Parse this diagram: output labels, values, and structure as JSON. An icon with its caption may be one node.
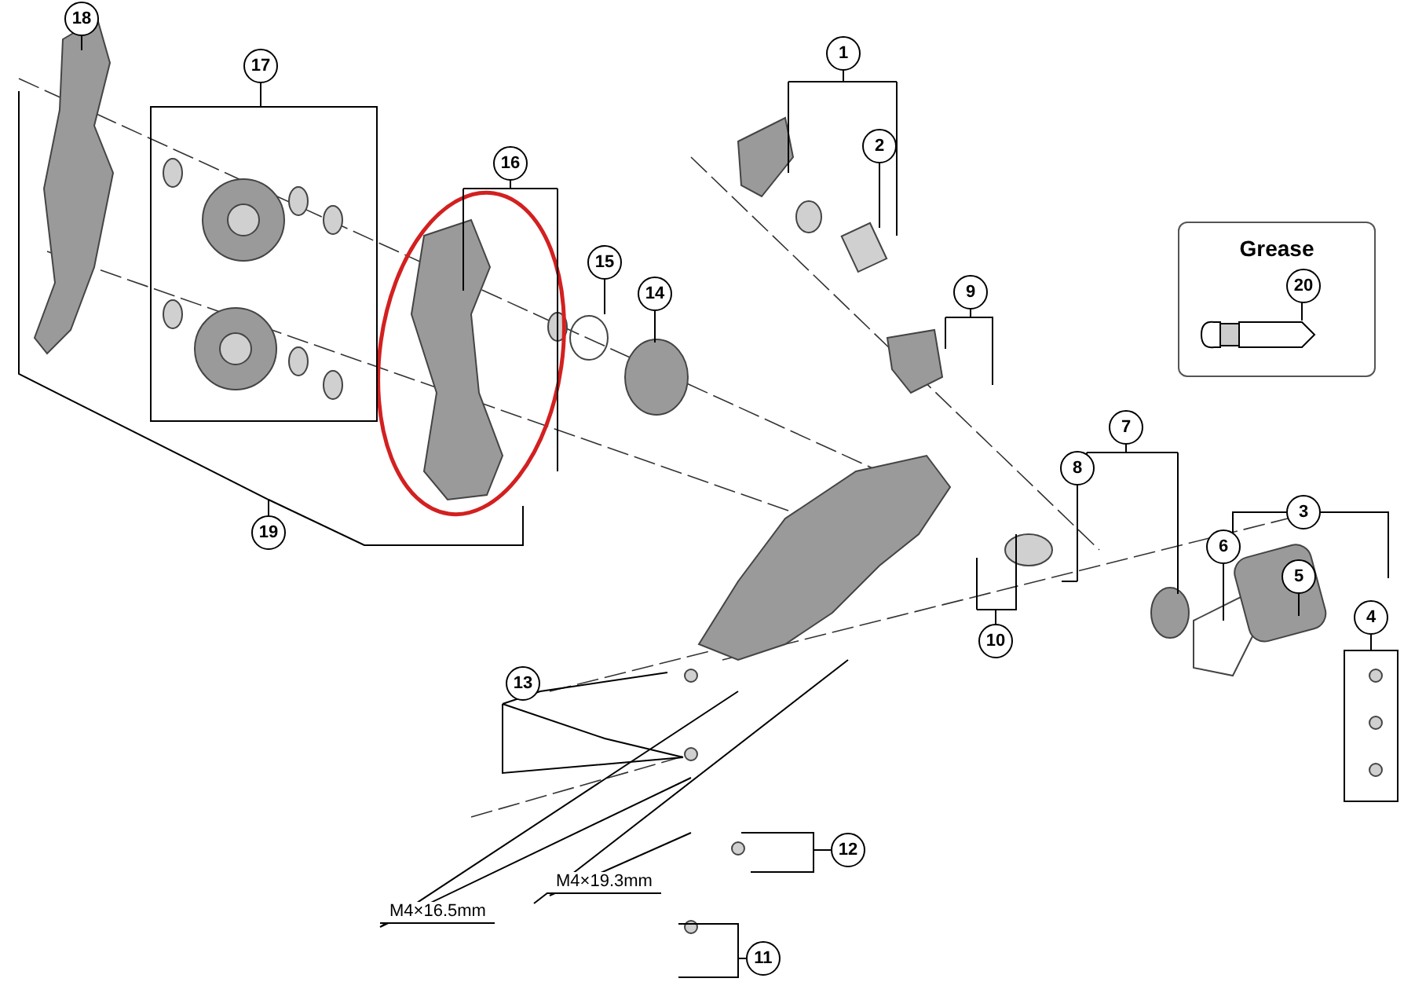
{
  "diagram": {
    "nodes": [
      {
        "text": [
          "1"
        ]
      },
      {
        "text": [
          "2"
        ]
      },
      {
        "text": [
          "3"
        ]
      },
      {
        "text": [
          "4"
        ]
      },
      {
        "text": [
          "5"
        ]
      },
      {
        "text": [
          "6"
        ]
      },
      {
        "text": [
          "7"
        ]
      },
      {
        "text": [
          "8"
        ]
      },
      {
        "text": [
          "9"
        ]
      },
      {
        "text": [
          "10"
        ]
      },
      {
        "text": [
          "11"
        ]
      },
      {
        "text": [
          "12"
        ]
      },
      {
        "text": [
          "13"
        ]
      },
      {
        "text": [
          "14"
        ]
      },
      {
        "text": [
          "15"
        ]
      },
      {
        "text": [
          "16"
        ]
      },
      {
        "text": [
          "17"
        ]
      },
      {
        "text": [
          "18"
        ]
      },
      {
        "text": [
          "19"
        ]
      },
      {
        "text": [
          "Grease"
        ]
      },
      {
        "text": [
          "20"
        ],
        "in": 19
      },
      {
        "text": [
          "M4×16.5mm"
        ]
      },
      {
        "text": [
          "M4×19.3mm"
        ]
      }
    ],
    "edges": [
      {
        "from": 0,
        "to": null,
        "arrow": "none"
      },
      {
        "from": 1,
        "to": null,
        "arrow": "none"
      },
      {
        "from": 2,
        "to": null,
        "arrow": "none"
      },
      {
        "from": 3,
        "to": null,
        "arrow": "none"
      },
      {
        "from": 4,
        "to": null,
        "arrow": "none"
      },
      {
        "from": 5,
        "to": null,
        "arrow": "none"
      },
      {
        "from": 6,
        "to": null,
        "arrow": "none"
      },
      {
        "from": 7,
        "to": null,
        "arrow": "none"
      },
      {
        "from": 8,
        "to": null,
        "arrow": "none"
      },
      {
        "from": 9,
        "to": null,
        "arrow": "none"
      },
      {
        "from": 10,
        "to": null,
        "arrow": "none"
      },
      {
        "from": 11,
        "to": null,
        "arrow": "none"
      },
      {
        "from": 12,
        "to": null,
        "arrow": "none"
      },
      {
        "from": 13,
        "to": null,
        "arrow": "none"
      },
      {
        "from": 14,
        "to": null,
        "arrow": "none"
      },
      {
        "from": 15,
        "to": null,
        "arrow": "none"
      },
      {
        "from": 16,
        "to": null,
        "arrow": "none"
      },
      {
        "from": 17,
        "to": null,
        "arrow": "none"
      },
      {
        "from": 18,
        "to": null,
        "arrow": "none"
      },
      {
        "from": 20,
        "to": null,
        "arrow": "none"
      },
      {
        "from": 21,
        "to": null,
        "arrow": "none"
      },
      {
        "from": 22,
        "to": null,
        "arrow": "none"
      }
    ]
  }
}
